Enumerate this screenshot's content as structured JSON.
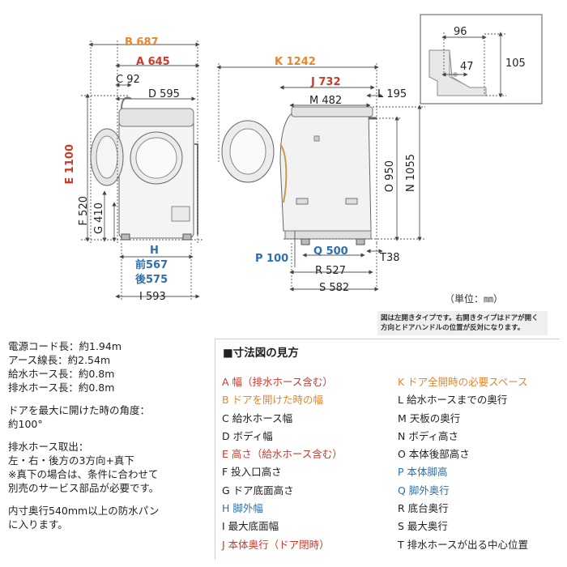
{
  "dimensions": {
    "B": "B 687",
    "A": "A 645",
    "C": "C 92",
    "D": "D 595",
    "E": "E 1100",
    "F": "F 520",
    "G": "G 410",
    "H": "H",
    "H_front": "前567",
    "H_back": "後575",
    "I": "I 593",
    "K": "K 1242",
    "J": "J 732",
    "L": "L 195",
    "M": "M 482",
    "O": "O 950",
    "N": "N 1055",
    "P": "P 100",
    "Q": "Q 500",
    "R": "R 527",
    "S": "S 582",
    "T": "T38",
    "inset_96": "96",
    "inset_47": "47",
    "inset_105": "105"
  },
  "unit_label": "（単位：㎜）",
  "note": "図は左開きタイプです。右開きタイプはドアが開く方向とドアハンドルの位置が反対になります。",
  "specs": {
    "lines_1": [
      "電源コード長：約1.94m",
      "アース線長：約2.54m",
      "給水ホース長：約0.8m",
      "排水ホース長：約0.8m"
    ],
    "lines_2": [
      "ドアを最大に開けた時の角度：",
      "約100°"
    ],
    "lines_3": [
      "排水ホース取出：",
      "左・右・後方の3方向+真下",
      "※真下の場合は、条件に合わせて",
      "別売のサービス部品が必要です。"
    ],
    "lines_4": [
      "内寸奥行540mm以上の防水パン",
      "に入ります。"
    ]
  },
  "legend": {
    "title": "■寸法図の見方",
    "left": [
      {
        "text": "A 幅（排水ホース含む）",
        "color": "red"
      },
      {
        "text": "B ドアを開けた時の幅",
        "color": "orange"
      },
      {
        "text": "C 給水ホース幅",
        "color": "dark"
      },
      {
        "text": "D ボディ幅",
        "color": "dark"
      },
      {
        "text": "E 高さ（給水ホース含む）",
        "color": "red"
      },
      {
        "text": "F 投入口高さ",
        "color": "dark"
      },
      {
        "text": "G ドア底面高さ",
        "color": "dark"
      },
      {
        "text": "H 脚外幅",
        "color": "blue"
      },
      {
        "text": "I 最大底面幅",
        "color": "dark"
      },
      {
        "text": "J 本体奥行（ドア閉時）",
        "color": "red"
      }
    ],
    "right": [
      {
        "text": "K ドア全開時の必要スペース",
        "color": "orange"
      },
      {
        "text": "L 給水ホースまでの奥行",
        "color": "dark"
      },
      {
        "text": "M 天板の奥行",
        "color": "dark"
      },
      {
        "text": "N ボディ高さ",
        "color": "dark"
      },
      {
        "text": "O 本体後部高さ",
        "color": "dark"
      },
      {
        "text": "P 本体脚高",
        "color": "blue"
      },
      {
        "text": "Q 脚外奥行",
        "color": "blue"
      },
      {
        "text": "R 底台奥行",
        "color": "dark"
      },
      {
        "text": "S 最大奥行",
        "color": "dark"
      },
      {
        "text": "T 排水ホースが出る中心位置",
        "color": "dark"
      }
    ]
  },
  "colors": {
    "orange": "#e3872d",
    "red": "#c93a2c",
    "blue": "#2d6fae",
    "dark": "#222222"
  }
}
